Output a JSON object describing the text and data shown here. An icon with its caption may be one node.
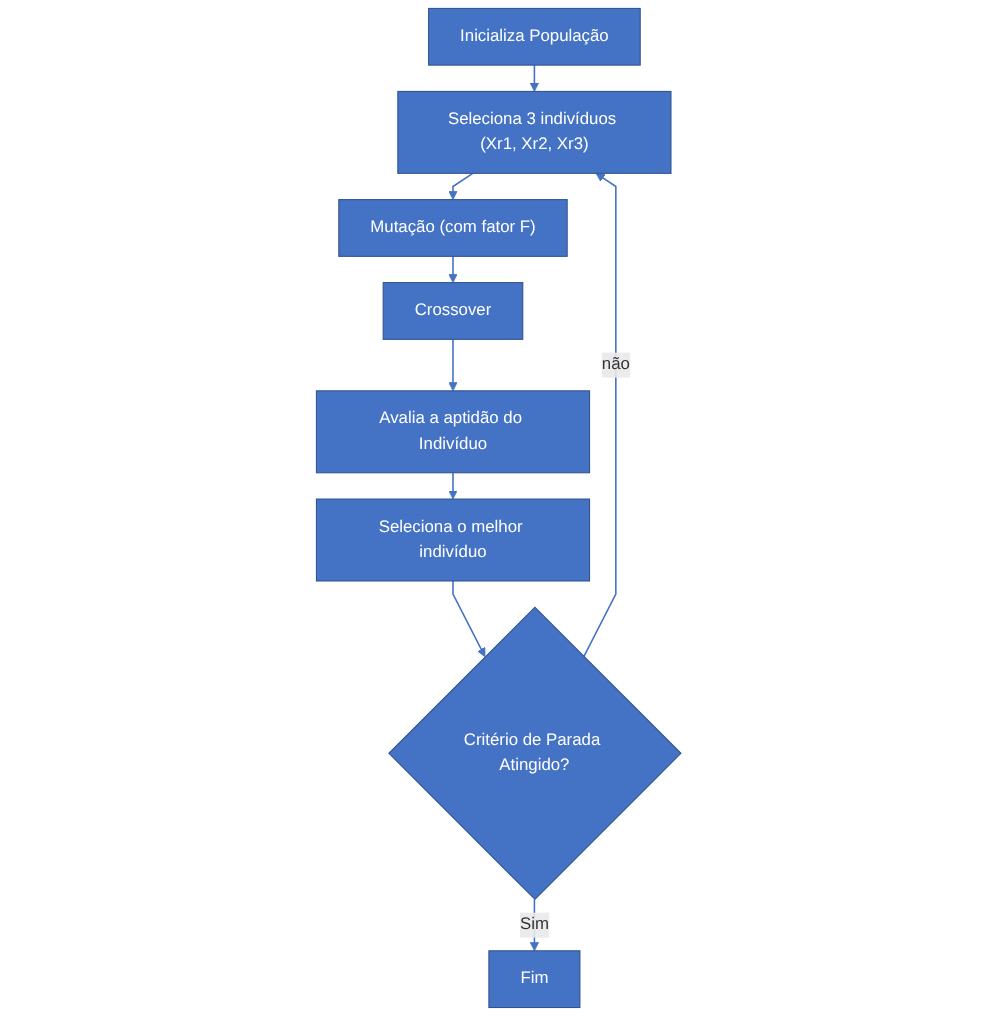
{
  "diagram": {
    "nodes": [
      {
        "text": [
          "Inicializa População"
        ]
      },
      {
        "text": [
          "Seleciona 3 indivíduos (Xr1, Xr2, Xr3)"
        ]
      },
      {
        "text": [
          "Mutação (com fator F)"
        ]
      },
      {
        "text": [
          "Crossover"
        ]
      },
      {
        "text": [
          "Avalia a aptidão do Indivíduo"
        ]
      },
      {
        "text": [
          "Seleciona o melhor indivíduo"
        ]
      },
      {
        "text": [
          "Critério de Parada Atingido?"
        ]
      },
      {
        "text": [
          "Fim"
        ]
      }
    ],
    "edges": [
      {
        "from": 0,
        "to": 1,
        "arrow": "to"
      },
      {
        "from": 1,
        "to": 2,
        "arrow": "to"
      },
      {
        "from": 2,
        "to": 3,
        "arrow": "to"
      },
      {
        "from": 3,
        "to": 4,
        "arrow": "to"
      },
      {
        "from": 4,
        "to": 5,
        "arrow": "to"
      },
      {
        "from": 5,
        "to": 6,
        "arrow": "to"
      },
      {
        "from": 6,
        "to": 1,
        "label": "não",
        "arrow": "to"
      },
      {
        "from": 6,
        "to": 7,
        "label": "Sim",
        "arrow": "to"
      }
    ]
  }
}
